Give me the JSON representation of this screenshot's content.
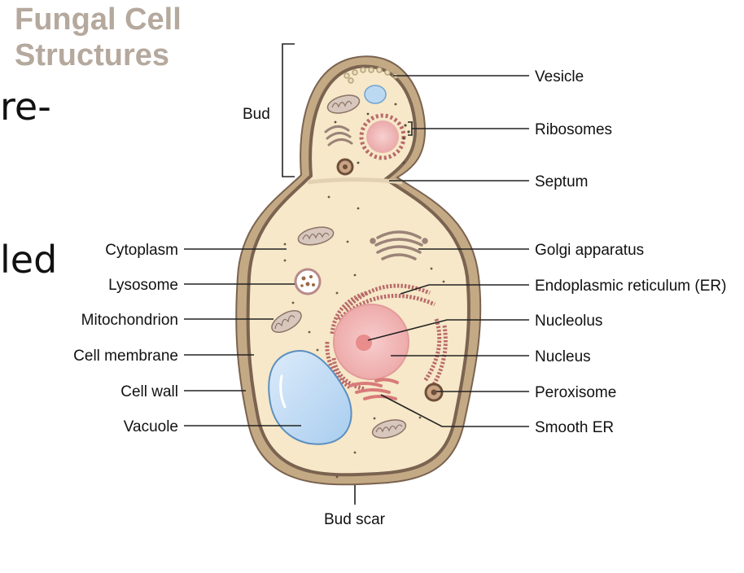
{
  "slide": {
    "title_line1": "Fungal Cell",
    "title_line2": "Structures",
    "background_text": [
      "re-",
      "led"
    ]
  },
  "diagram": {
    "labels_left": [
      "Cytoplasm",
      "Lysosome",
      "Mitochondrion",
      "Cell membrane",
      "Cell wall",
      "Vacuole"
    ],
    "labels_right": [
      "Vesicle",
      "Ribosomes",
      "Septum",
      "Golgi apparatus",
      "Endoplasmic reticulum (ER)",
      "Nucleolus",
      "Nucleus",
      "Peroxisome",
      "Smooth ER"
    ],
    "bud_label": "Bud",
    "bud_scar_label": "Bud scar",
    "colors": {
      "cell_wall": "#c4a985",
      "cell_membrane": "#7a6350",
      "cytoplasm": "#f6e8c8",
      "nucleus": "#f2b9b9",
      "nucleolus": "#e89393",
      "er": "#b96a6a",
      "vacuole": "#bcd9f2",
      "title": "#b5a89d"
    }
  }
}
